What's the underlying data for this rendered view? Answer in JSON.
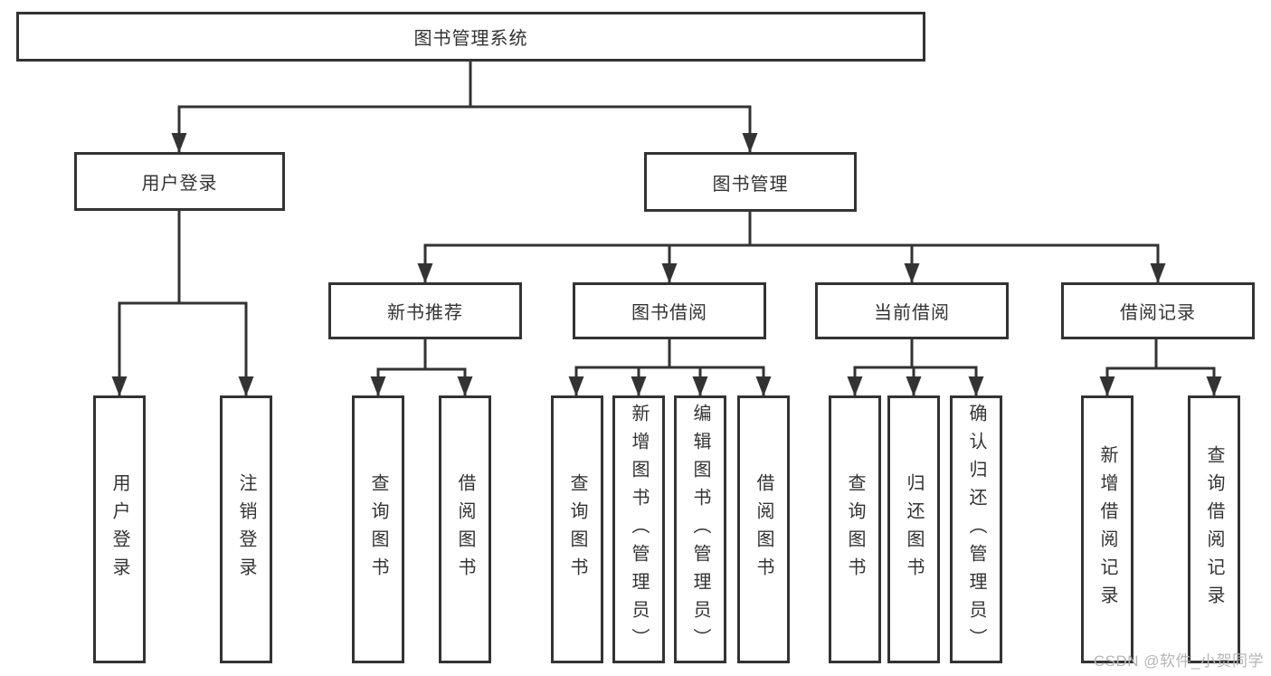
{
  "colors": {
    "line": "#333333",
    "text": "#333333",
    "box_background": "#ffffff",
    "page_background": "#ffffff",
    "watermark": "#b6b6b6"
  },
  "watermark": "CSDN @软件_小贺同学",
  "tree": {
    "root": {
      "label": "图书管理系统"
    },
    "branches": [
      {
        "label": "用户登录",
        "children": [
          {
            "label": "用户登录"
          },
          {
            "label": "注销登录"
          }
        ]
      },
      {
        "label": "图书管理",
        "sections": [
          {
            "label": "新书推荐",
            "children": [
              {
                "label": "查询图书"
              },
              {
                "label": "借阅图书"
              }
            ]
          },
          {
            "label": "图书借阅",
            "children": [
              {
                "label": "查询图书"
              },
              {
                "label": "新增图书（管理员）"
              },
              {
                "label": "编辑图书（管理员）"
              },
              {
                "label": "借阅图书"
              }
            ]
          },
          {
            "label": "当前借阅",
            "children": [
              {
                "label": "查询图书"
              },
              {
                "label": "归还图书"
              },
              {
                "label": "确认归还（管理员）"
              }
            ]
          },
          {
            "label": "借阅记录",
            "children": [
              {
                "label": "新增借阅记录"
              },
              {
                "label": "查询借阅记录"
              }
            ]
          }
        ]
      }
    ]
  }
}
